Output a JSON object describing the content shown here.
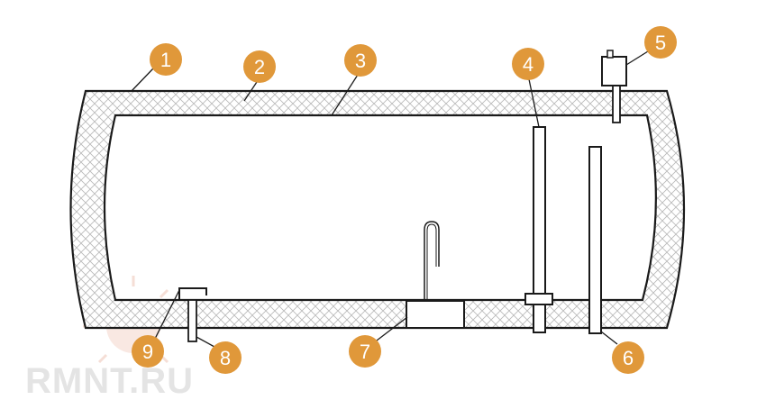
{
  "colors": {
    "outline": "#1a1a1a",
    "insulation_hatch": "#b8b8b8",
    "callout_fill": "#e0983a",
    "callout_text": "#ffffff",
    "watermark": "#e4e4e4"
  },
  "callouts": [
    {
      "label": "1"
    },
    {
      "label": "2"
    },
    {
      "label": "3"
    },
    {
      "label": "4"
    },
    {
      "label": "5"
    },
    {
      "label": "6"
    },
    {
      "label": "7"
    },
    {
      "label": "8"
    },
    {
      "label": "9"
    }
  ],
  "watermark": {
    "text": "RMNT.RU"
  }
}
